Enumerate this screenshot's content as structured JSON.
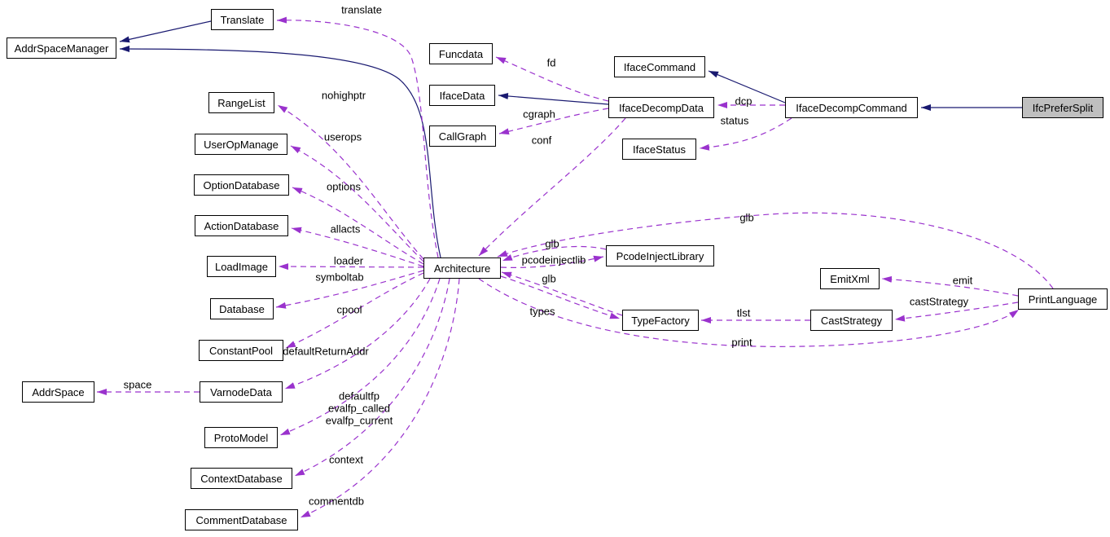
{
  "diagram": {
    "kind": "doxygen-collaboration-graph",
    "highlight_node": "IfcPreferSplit",
    "colors": {
      "inheritance_arrow": "#191970",
      "usage_arrow": "#9a32cd",
      "node_border": "#000000",
      "node_fill": "#ffffff",
      "highlight_fill": "#bfbfbf",
      "background": "#ffffff",
      "text": "#000000"
    },
    "nodes": {
      "translate": {
        "label": "Translate"
      },
      "addr_space_manager": {
        "label": "AddrSpaceManager"
      },
      "funcdata": {
        "label": "Funcdata"
      },
      "iface_command": {
        "label": "IfaceCommand"
      },
      "range_list": {
        "label": "RangeList"
      },
      "iface_data": {
        "label": "IfaceData"
      },
      "iface_decomp_data": {
        "label": "IfaceDecompData"
      },
      "iface_decomp_command": {
        "label": "IfaceDecompCommand"
      },
      "ifc_prefer_split": {
        "label": "IfcPreferSplit",
        "highlighted": true
      },
      "call_graph": {
        "label": "CallGraph"
      },
      "iface_status": {
        "label": "IfaceStatus"
      },
      "user_op_manage": {
        "label": "UserOpManage"
      },
      "option_database": {
        "label": "OptionDatabase"
      },
      "action_database": {
        "label": "ActionDatabase"
      },
      "load_image": {
        "label": "LoadImage"
      },
      "architecture": {
        "label": "Architecture"
      },
      "pcode_inject_library": {
        "label": "PcodeInjectLibrary"
      },
      "emit_xml": {
        "label": "EmitXml"
      },
      "print_language": {
        "label": "PrintLanguage"
      },
      "database": {
        "label": "Database"
      },
      "type_factory": {
        "label": "TypeFactory"
      },
      "cast_strategy": {
        "label": "CastStrategy"
      },
      "constant_pool": {
        "label": "ConstantPool"
      },
      "addr_space": {
        "label": "AddrSpace"
      },
      "varnode_data": {
        "label": "VarnodeData"
      },
      "proto_model": {
        "label": "ProtoModel"
      },
      "context_database": {
        "label": "ContextDatabase"
      },
      "comment_database": {
        "label": "CommentDatabase"
      }
    },
    "edges": {
      "inherit_translate": {
        "kind": "inheritance",
        "from": "Translate",
        "to": "AddrSpaceManager",
        "label": ""
      },
      "inherit_architecture": {
        "kind": "inheritance",
        "from": "Architecture",
        "to": "AddrSpaceManager",
        "label": ""
      },
      "inherit_iface_decomp_data": {
        "kind": "inheritance",
        "from": "IfaceDecompData",
        "to": "IfaceData",
        "label": ""
      },
      "inherit_iface_decomp_command": {
        "kind": "inheritance",
        "from": "IfaceDecompCommand",
        "to": "IfaceCommand",
        "label": ""
      },
      "inherit_ifc_prefer_split": {
        "kind": "inheritance",
        "from": "IfcPreferSplit",
        "to": "IfaceDecompCommand",
        "label": ""
      },
      "translate": {
        "kind": "usage",
        "from": "Architecture",
        "to": "Translate",
        "label": "translate"
      },
      "fd": {
        "kind": "usage",
        "from": "IfaceDecompData",
        "to": "Funcdata",
        "label": "fd"
      },
      "nohighptr": {
        "kind": "usage",
        "from": "Architecture",
        "to": "RangeList",
        "label": "nohighptr"
      },
      "cgraph": {
        "kind": "usage",
        "from": "IfaceDecompData",
        "to": "CallGraph",
        "label": "cgraph"
      },
      "dcp": {
        "kind": "usage",
        "from": "IfaceDecompCommand",
        "to": "IfaceDecompData",
        "label": "dcp"
      },
      "status": {
        "kind": "usage",
        "from": "IfaceDecompCommand",
        "to": "IfaceStatus",
        "label": "status"
      },
      "conf": {
        "kind": "usage",
        "from": "IfaceDecompData",
        "to": "Architecture",
        "label": "conf"
      },
      "userops": {
        "kind": "usage",
        "from": "Architecture",
        "to": "UserOpManage",
        "label": "userops"
      },
      "options": {
        "kind": "usage",
        "from": "Architecture",
        "to": "OptionDatabase",
        "label": "options"
      },
      "allacts": {
        "kind": "usage",
        "from": "Architecture",
        "to": "ActionDatabase",
        "label": "allacts"
      },
      "glb_print_language": {
        "kind": "usage",
        "from": "PrintLanguage",
        "to": "Architecture",
        "label": "glb"
      },
      "glb_pcode_inject_library": {
        "kind": "usage",
        "from": "PcodeInjectLibrary",
        "to": "Architecture",
        "label": "glb"
      },
      "pcodeinjectlib": {
        "kind": "usage",
        "from": "Architecture",
        "to": "PcodeInjectLibrary",
        "label": "pcodeinjectlib"
      },
      "loader": {
        "kind": "usage",
        "from": "Architecture",
        "to": "LoadImage",
        "label": "loader"
      },
      "symboltab": {
        "kind": "usage",
        "from": "Architecture",
        "to": "Database",
        "label": "symboltab"
      },
      "glb_type_factory": {
        "kind": "usage",
        "from": "TypeFactory",
        "to": "Architecture",
        "label": "glb"
      },
      "types": {
        "kind": "usage",
        "from": "Architecture",
        "to": "TypeFactory",
        "label": "types"
      },
      "emit": {
        "kind": "usage",
        "from": "PrintLanguage",
        "to": "EmitXml",
        "label": "emit"
      },
      "cast_strategy": {
        "kind": "usage",
        "from": "PrintLanguage",
        "to": "CastStrategy",
        "label": "castStrategy"
      },
      "tlst": {
        "kind": "usage",
        "from": "CastStrategy",
        "to": "TypeFactory",
        "label": "tlst"
      },
      "print": {
        "kind": "usage",
        "from": "Architecture",
        "to": "PrintLanguage",
        "label": "print"
      },
      "cpool": {
        "kind": "usage",
        "from": "Architecture",
        "to": "ConstantPool",
        "label": "cpool"
      },
      "default_return_addr": {
        "kind": "usage",
        "from": "Architecture",
        "to": "VarnodeData",
        "label": "defaultReturnAddr"
      },
      "space": {
        "kind": "usage",
        "from": "VarnodeData",
        "to": "AddrSpace",
        "label": "space"
      },
      "protomodel_members": {
        "kind": "usage",
        "from": "Architecture",
        "to": "ProtoModel",
        "label": "defaultfp\nevalfp_called\nevalfp_current"
      },
      "context": {
        "kind": "usage",
        "from": "Architecture",
        "to": "ContextDatabase",
        "label": "context"
      },
      "commentdb": {
        "kind": "usage",
        "from": "Architecture",
        "to": "CommentDatabase",
        "label": "commentdb"
      }
    }
  }
}
